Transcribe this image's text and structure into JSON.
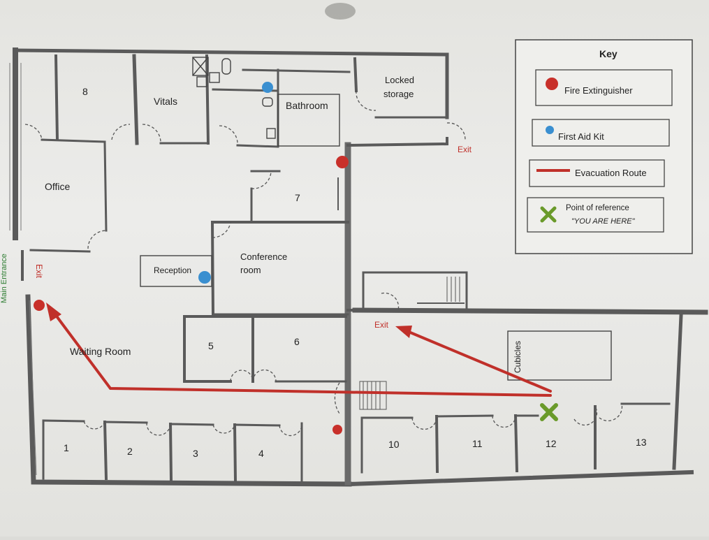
{
  "rooms": {
    "r8": "8",
    "vitals": "Vitals",
    "bathroom": "Bathroom",
    "locked_storage_1": "Locked",
    "locked_storage_2": "storage",
    "office": "Office",
    "r7": "7",
    "conference_1": "Conference",
    "conference_2": "room",
    "reception": "Reception",
    "waiting_room": "Waiting Room",
    "r5": "5",
    "r6": "6",
    "cubicles": "Cubicles",
    "r1": "1",
    "r2": "2",
    "r3": "3",
    "r4": "4",
    "r10": "10",
    "r11": "11",
    "r12": "12",
    "r13": "13"
  },
  "labels": {
    "exit_top": "Exit",
    "exit_left": "Exit",
    "exit_mid": "Exit",
    "main_entrance": "Main Entrance"
  },
  "key": {
    "title": "Key",
    "fire_extinguisher": "Fire Extinguisher",
    "first_aid": "First Aid Kit",
    "evacuation": "Evacuation Route",
    "reference_1": "Point of reference",
    "reference_2": "\"YOU ARE HERE\""
  },
  "colors": {
    "fire_extinguisher": "#c8302a",
    "first_aid": "#3a8fd0",
    "evacuation_route": "#c0302a",
    "you_are_here": "#6a9a2a",
    "wall": "#5a5a5a",
    "exit_text": "#c0302a",
    "entrance_text": "#2e7d32"
  },
  "icons": {
    "fire_extinguisher": "red-dot",
    "first_aid": "blue-dot",
    "you_are_here": "green-x"
  }
}
